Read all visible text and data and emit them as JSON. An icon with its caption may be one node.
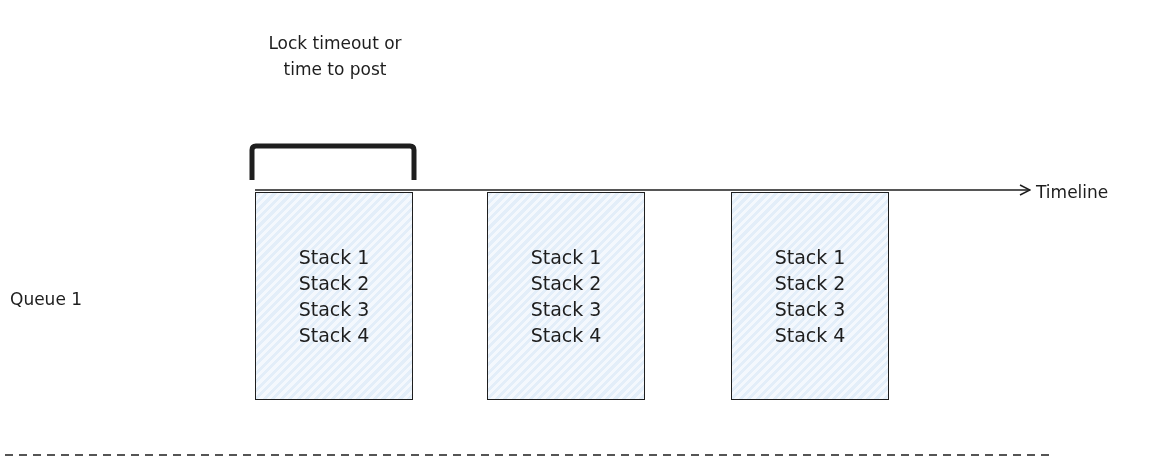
{
  "diagram": {
    "nodes": [
      {
        "text": [
          "Stack 1",
          "Stack 2",
          "Stack 3",
          "Stack 4"
        ]
      },
      {
        "text": [
          "Stack 1",
          "Stack 2",
          "Stack 3",
          "Stack 4"
        ]
      },
      {
        "text": [
          "Stack 1",
          "Stack 2",
          "Stack 3",
          "Stack 4"
        ]
      }
    ],
    "edges": [],
    "labels": [
      "Lock timeout or time to post",
      "Timeline",
      "Queue 1"
    ]
  }
}
